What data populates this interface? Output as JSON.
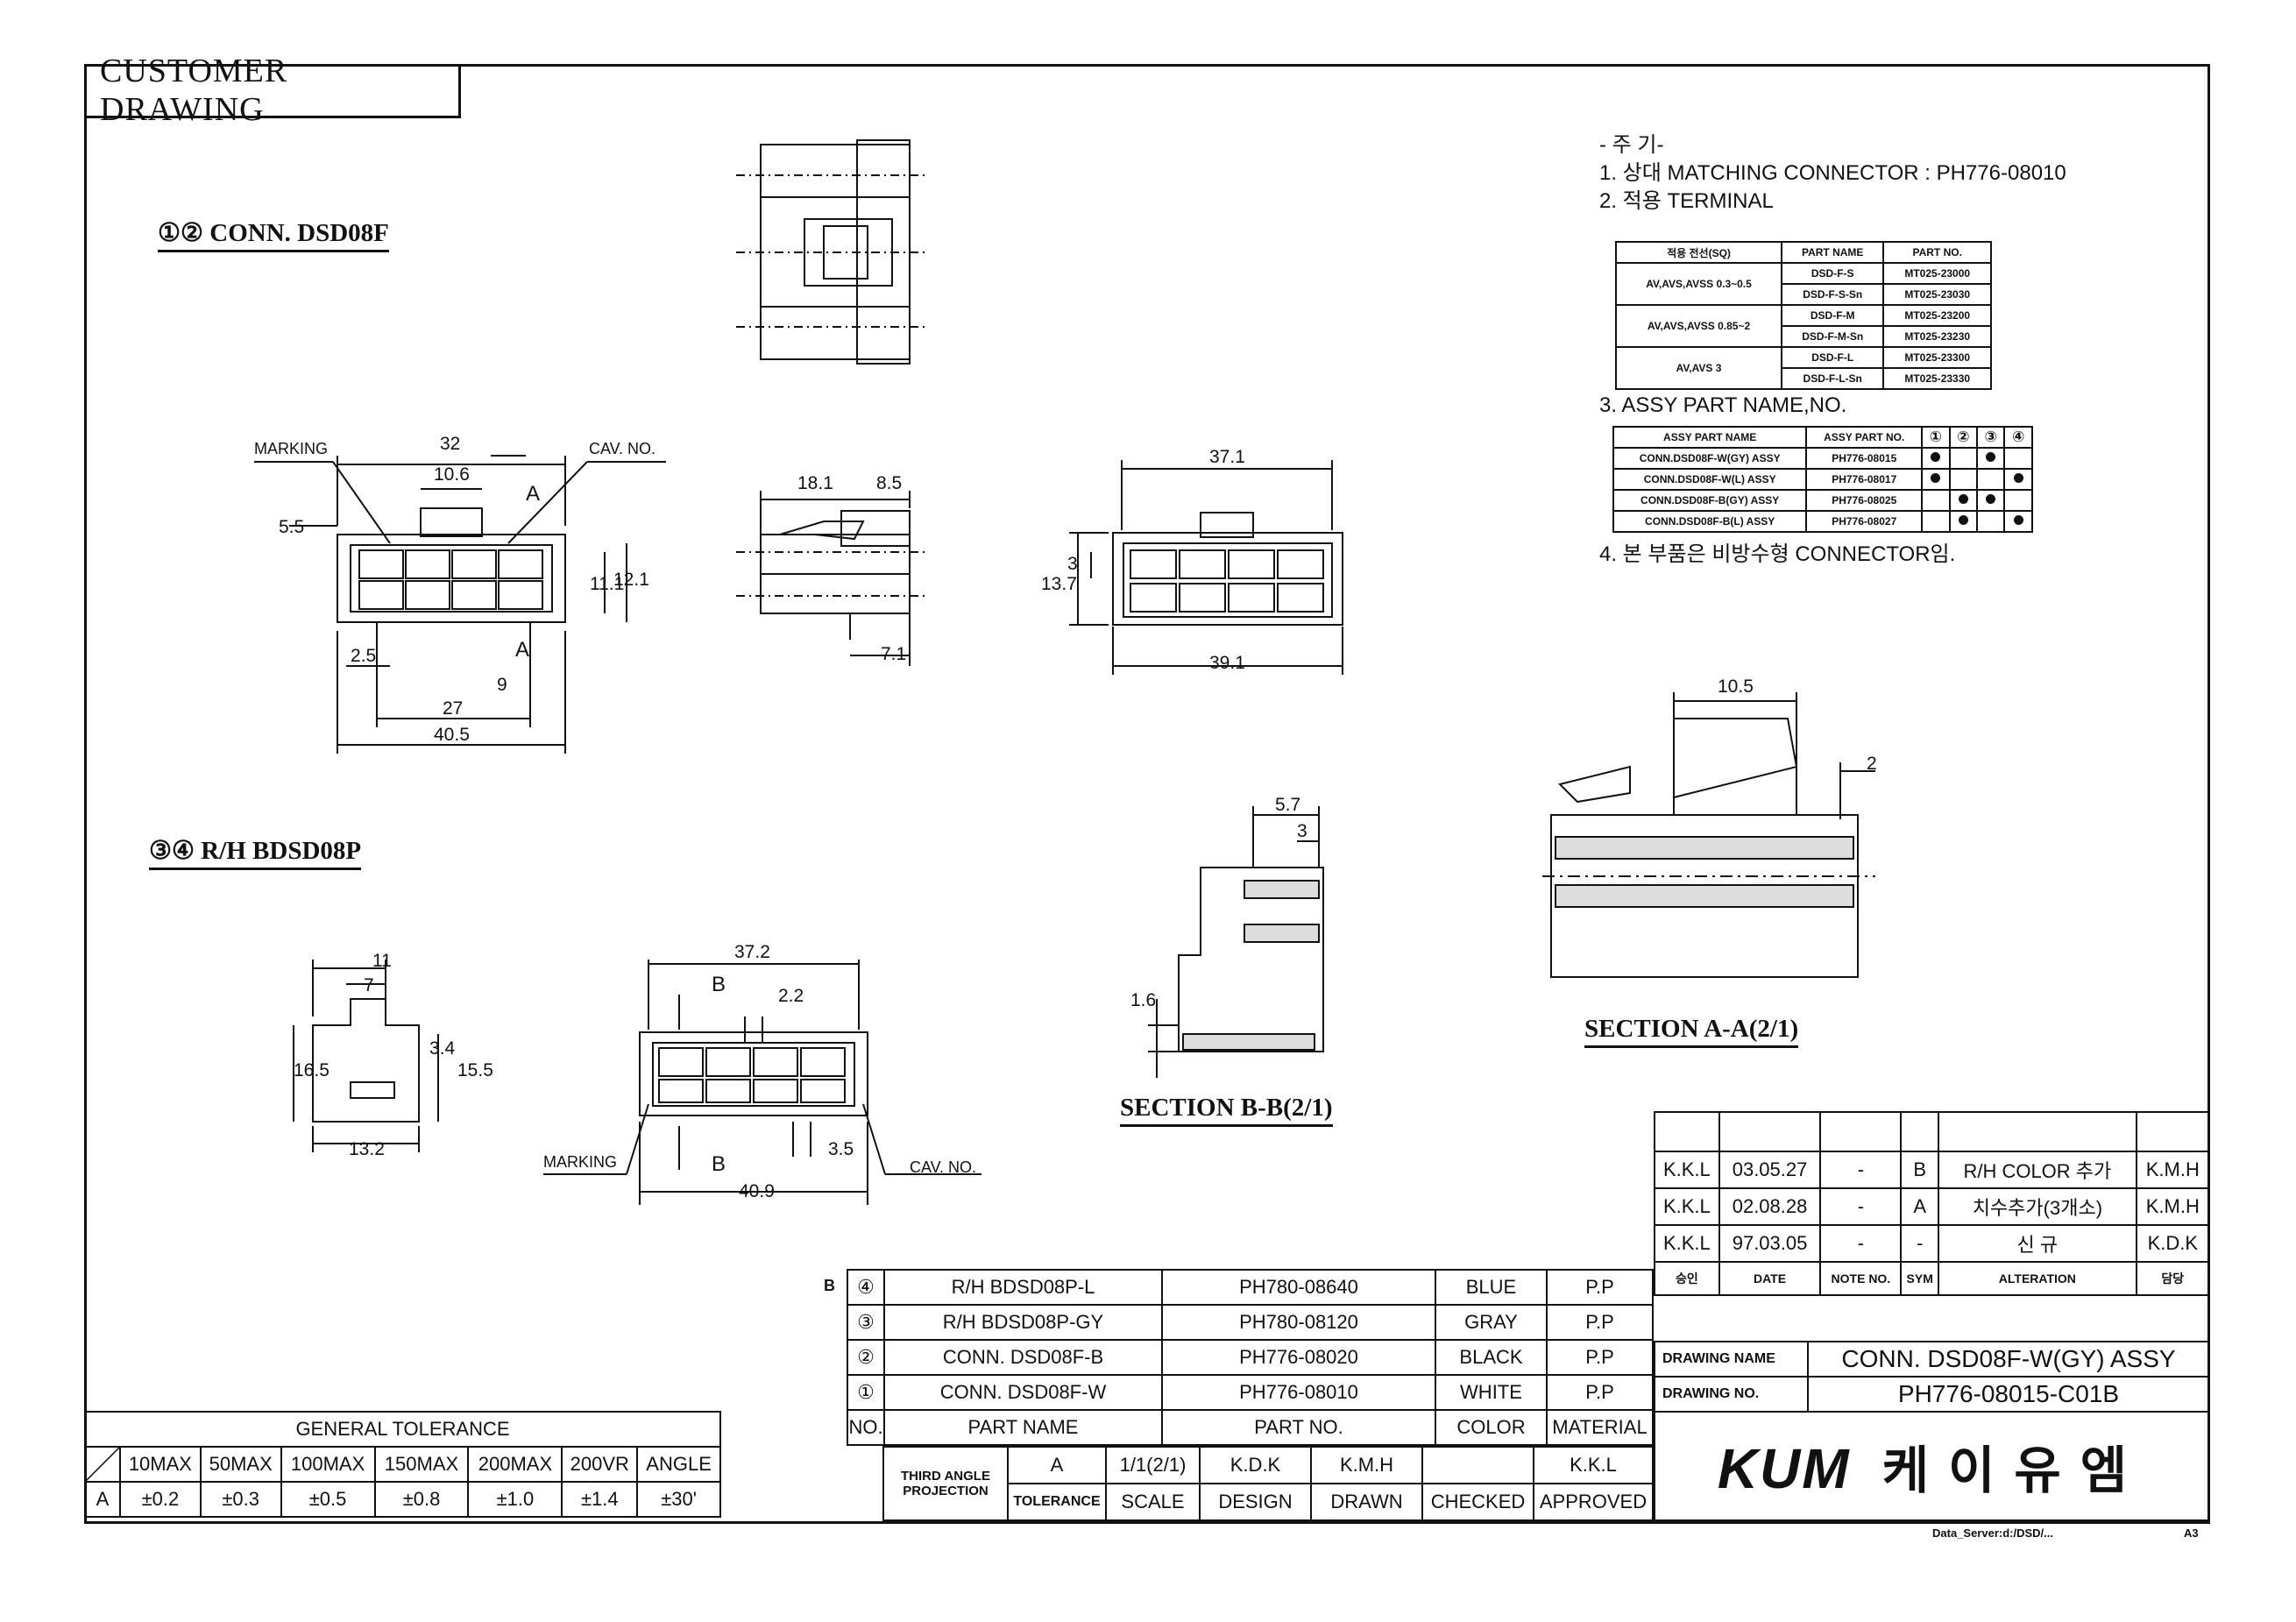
{
  "title": "CUSTOMER DRAWING",
  "section_labels": {
    "conn_top": "①② CONN. DSD08F",
    "rh_bottom": "③④ R/H BDSD08P",
    "section_bb": "SECTION B-B(2/1)",
    "section_aa": "SECTION A-A(2/1)"
  },
  "dims": {
    "marking": "MARKING",
    "cav_no": "CAV. NO.",
    "d32": "32",
    "d10_6": "10.6",
    "a": "A",
    "d5_5": "5.5",
    "d11_1": "11.1",
    "d12_1": "12.1",
    "d2_5": "2.5",
    "d9": "9",
    "d27": "27",
    "d40_5": "40.5",
    "d18_1": "18.1",
    "d8_5": "8.5",
    "d7_1": "7.1",
    "d37_1": "37.1",
    "d3": "3",
    "d13_7": "13.7",
    "d39_1": "39.1",
    "d11": "11",
    "d7": "7",
    "d16_5": "16.5",
    "d3_4": "3.4",
    "d15_5": "15.5",
    "d13_2": "13.2",
    "d37_2": "37.2",
    "b": "B",
    "d2_2": "2.2",
    "d3_5": "3.5",
    "d40_9": "40.9",
    "d5_7": "5.7",
    "d1_6": "1.6",
    "d10_5": "10.5",
    "d2": "2"
  },
  "notes": {
    "heading": "- 주 기-",
    "n1": "1. 상대 MATCHING CONNECTOR : PH776-08010",
    "n2": "2. 적용 TERMINAL",
    "n3": "3. ASSY PART NAME,NO.",
    "n4": "4. 본 부품은 비방수형 CONNECTOR임."
  },
  "terminal_table": {
    "headers": [
      "적용 전선(SQ)",
      "PART NAME",
      "PART NO."
    ],
    "groups": [
      {
        "wire": "AV,AVS,AVSS 0.3~0.5",
        "rows": [
          [
            "DSD-F-S",
            "MT025-23000"
          ],
          [
            "DSD-F-S-Sn",
            "MT025-23030"
          ]
        ]
      },
      {
        "wire": "AV,AVS,AVSS 0.85~2",
        "rows": [
          [
            "DSD-F-M",
            "MT025-23200"
          ],
          [
            "DSD-F-M-Sn",
            "MT025-23230"
          ]
        ]
      },
      {
        "wire": "AV,AVS 3",
        "rows": [
          [
            "DSD-F-L",
            "MT025-23300"
          ],
          [
            "DSD-F-L-Sn",
            "MT025-23330"
          ]
        ]
      }
    ]
  },
  "assy_table": {
    "headers": [
      "ASSY PART NAME",
      "ASSY PART NO.",
      "①",
      "②",
      "③",
      "④"
    ],
    "rows": [
      {
        "name": "CONN.DSD08F-W(GY) ASSY",
        "no": "PH776-08015",
        "marks": [
          1,
          0,
          1,
          0
        ]
      },
      {
        "name": "CONN.DSD08F-W(L) ASSY",
        "no": "PH776-08017",
        "marks": [
          1,
          0,
          0,
          1
        ]
      },
      {
        "name": "CONN.DSD08F-B(GY) ASSY",
        "no": "PH776-08025",
        "marks": [
          0,
          1,
          1,
          0
        ]
      },
      {
        "name": "CONN.DSD08F-B(L) ASSY",
        "no": "PH776-08027",
        "marks": [
          0,
          1,
          0,
          1
        ]
      }
    ]
  },
  "parts_list": {
    "rows": [
      {
        "rev": "B",
        "no": "④",
        "name": "R/H BDSD08P-L",
        "part_no": "PH780-08640",
        "color": "BLUE",
        "material": "P.P"
      },
      {
        "rev": "",
        "no": "③",
        "name": "R/H BDSD08P-GY",
        "part_no": "PH780-08120",
        "color": "GRAY",
        "material": "P.P"
      },
      {
        "rev": "",
        "no": "②",
        "name": "CONN. DSD08F-B",
        "part_no": "PH776-08020",
        "color": "BLACK",
        "material": "P.P"
      },
      {
        "rev": "",
        "no": "①",
        "name": "CONN. DSD08F-W",
        "part_no": "PH776-08010",
        "color": "WHITE",
        "material": "P.P"
      }
    ],
    "header": {
      "no": "NO.",
      "name": "PART NAME",
      "part_no": "PART NO.",
      "color": "COLOR",
      "material": "MATERIAL"
    }
  },
  "approval": {
    "projection": "THIRD ANGLE PROJECTION",
    "tolerance_val": "A",
    "scale_val": "1/1(2/1)",
    "design_val": "K.D.K",
    "drawn_val": "K.M.H",
    "checked_val": "",
    "approved_val": "K.K.L",
    "tolerance": "TOLERANCE",
    "scale": "SCALE",
    "design": "DESIGN",
    "drawn": "DRAWN",
    "checked": "CHECKED",
    "approved": "APPROVED"
  },
  "tolerance_table": {
    "title": "GENERAL TOLERANCE",
    "headers": [
      "10MAX",
      "50MAX",
      "100MAX",
      "150MAX",
      "200MAX",
      "200VR",
      "ANGLE"
    ],
    "row_label": "A",
    "values": [
      "±0.2",
      "±0.3",
      "±0.5",
      "±0.8",
      "±1.0",
      "±1.4",
      "±30'"
    ]
  },
  "revisions": {
    "rows": [
      {
        "approver": "K.K.L",
        "date": "03.05.27",
        "note": "-",
        "sym": "B",
        "alteration": "R/H COLOR 추가",
        "by": "K.M.H"
      },
      {
        "approver": "K.K.L",
        "date": "02.08.28",
        "note": "-",
        "sym": "A",
        "alteration": "치수추가(3개소)",
        "by": "K.M.H"
      },
      {
        "approver": "K.K.L",
        "date": "97.03.05",
        "note": "-",
        "sym": "-",
        "alteration": "신 규",
        "by": "K.D.K"
      }
    ],
    "headers": {
      "approver": "승인",
      "date": "DATE",
      "note": "NOTE NO.",
      "sym": "SYM",
      "alteration": "ALTERATION",
      "by": "담당"
    }
  },
  "title_block": {
    "drawing_name_label": "DRAWING NAME",
    "drawing_name": "CONN. DSD08F-W(GY) ASSY",
    "drawing_no_label": "DRAWING NO.",
    "drawing_no": "PH776-08015-C01B",
    "logo": "KUM",
    "company_korean": "케이유엠"
  },
  "footer": {
    "server": "Data_Server:d:/DSD/...",
    "sheet": "A3"
  }
}
